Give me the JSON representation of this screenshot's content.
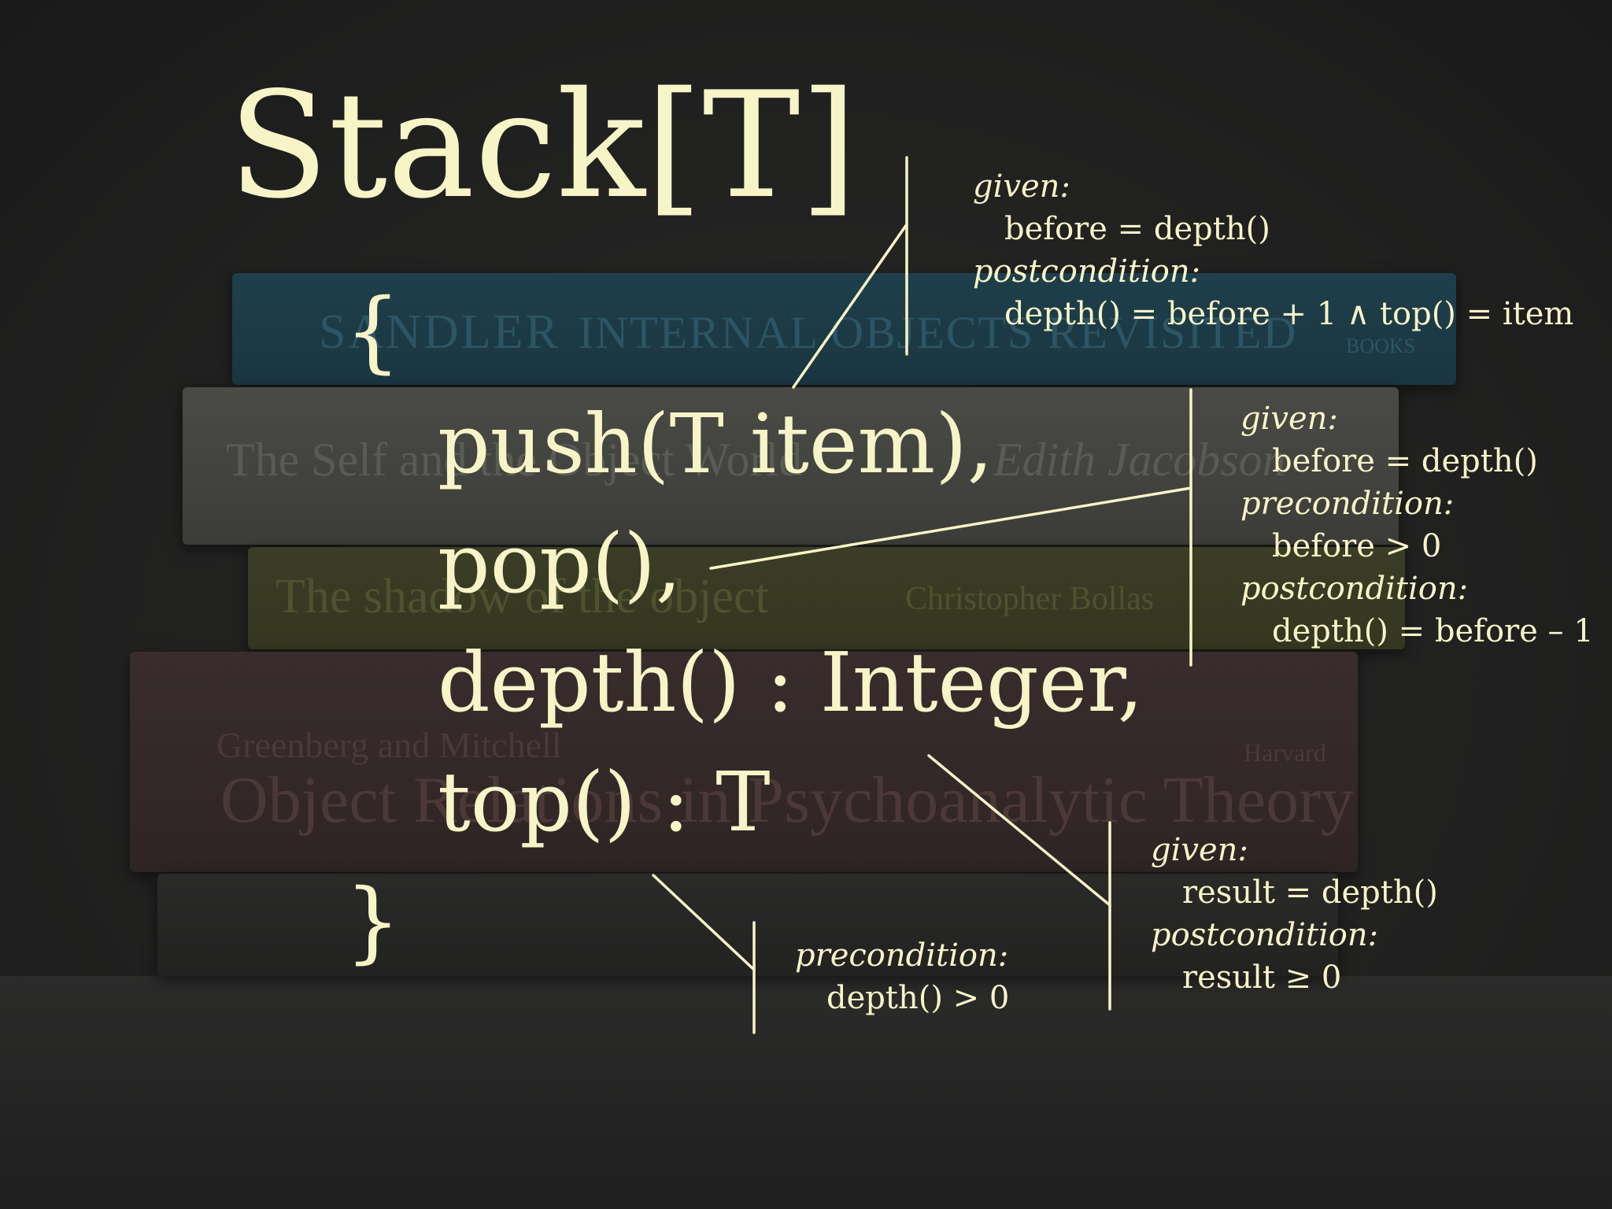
{
  "background": {
    "book_titles": [
      "SANDLER",
      "INTERNAL OBJECTS REVISITED",
      "BOOKS",
      "The Self and the Object World",
      "Edith Jacobson",
      "The shadow of the object",
      "Christopher Bollas",
      "Greenberg and Mitchell",
      "Object Relations in Psychoanalytic Theory",
      "Harvard"
    ]
  },
  "diagram": {
    "title": "Stack[T]",
    "open_brace": "{",
    "close_brace": "}",
    "operations": [
      {
        "signature": "push(T item),"
      },
      {
        "signature": "pop(),"
      },
      {
        "signature": "depth() : Integer,"
      },
      {
        "signature": "top() : T"
      }
    ],
    "contracts": {
      "push": [
        {
          "keyword": "given:",
          "expression": "before = depth()"
        },
        {
          "keyword": "postcondition:",
          "expression": "depth() = before + 1 ∧ top() = item"
        }
      ],
      "pop": [
        {
          "keyword": "given:",
          "expression": "before = depth()"
        },
        {
          "keyword": "precondition:",
          "expression": "before > 0"
        },
        {
          "keyword": "postcondition:",
          "expression": "depth() = before – 1"
        }
      ],
      "depth": [
        {
          "keyword": "given:",
          "expression": "result = depth()"
        },
        {
          "keyword": "postcondition:",
          "expression": "result ≥ 0"
        }
      ],
      "top": [
        {
          "keyword": "precondition:",
          "expression": "depth() > 0"
        }
      ]
    }
  },
  "colors": {
    "text": "#f7f4c8",
    "background": "#1c1c1c"
  }
}
